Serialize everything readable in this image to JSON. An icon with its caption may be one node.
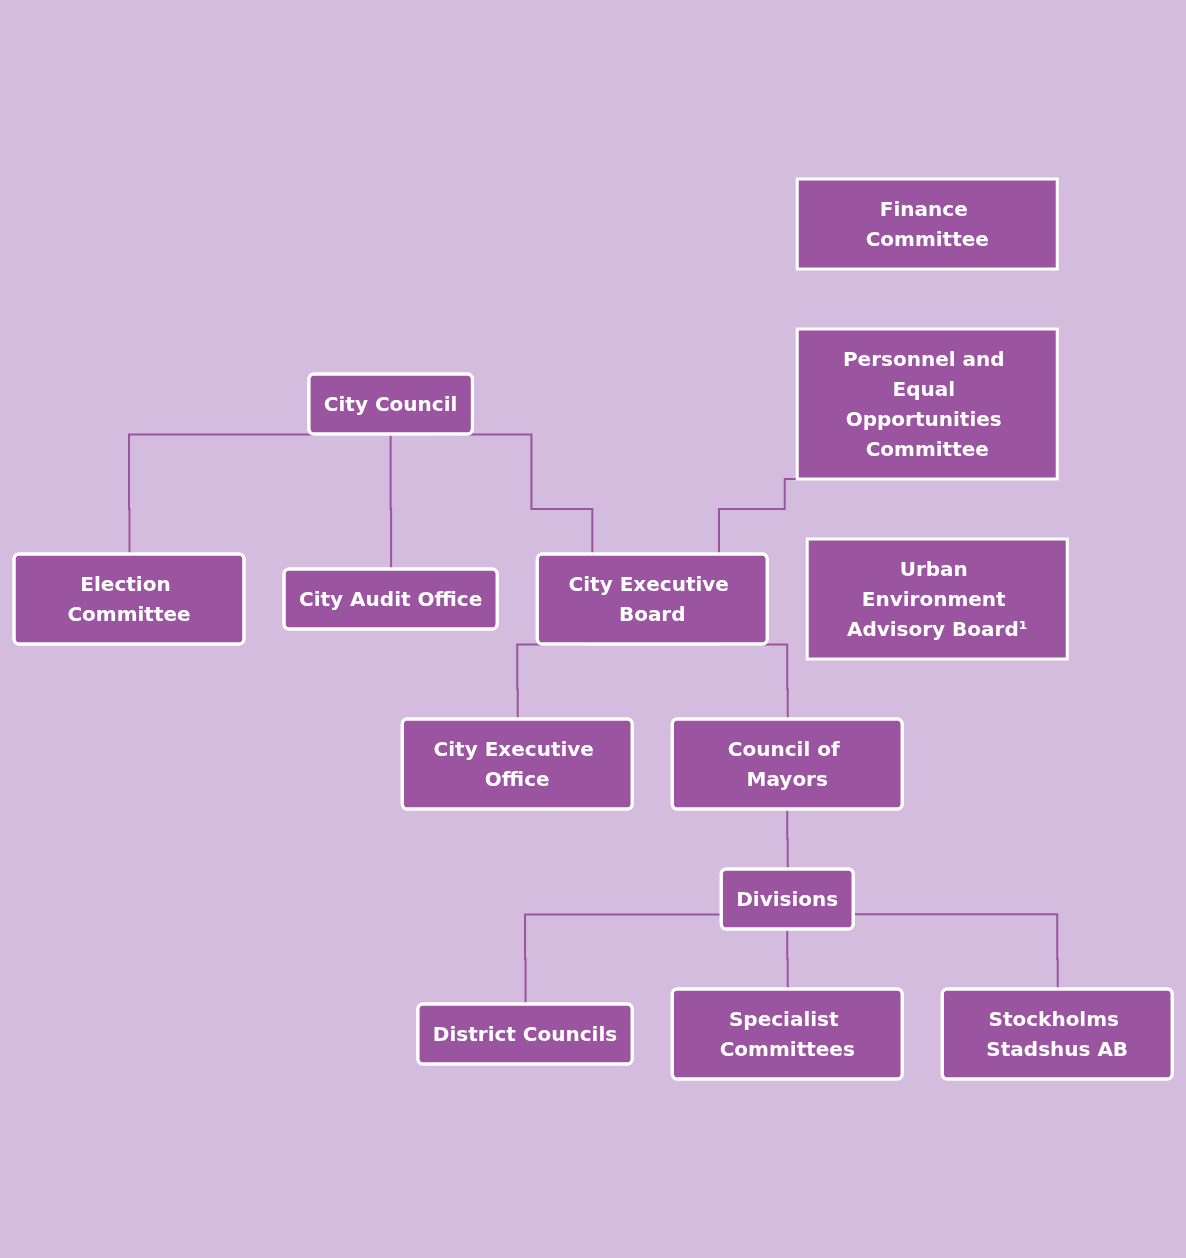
{
  "diagram": {
    "nodes": [
      {
        "text": [
          "City Council"
        ]
      },
      {
        "text": [
          "Election Committee"
        ]
      },
      {
        "text": [
          "City Audit Office"
        ]
      },
      {
        "text": [
          "Finance Committee"
        ]
      },
      {
        "text": [
          "Personnel and Equal Opportunities Committee"
        ]
      },
      {
        "text": [
          "Urban Environment Advisory Board¹"
        ]
      },
      {
        "text": [
          "City Executive Board"
        ]
      },
      {
        "text": [
          "City Executive Office"
        ]
      },
      {
        "text": [
          "Council of Mayors"
        ]
      },
      {
        "text": [
          "Divisions"
        ]
      },
      {
        "text": [
          "District Councils"
        ]
      },
      {
        "text": [
          "Specialist Committees"
        ]
      },
      {
        "text": [
          "Stockholms Stadshus AB"
        ]
      }
    ],
    "edges": [
      {
        "from": 0,
        "to": 1,
        "arrow": "none"
      },
      {
        "from": 0,
        "to": 2,
        "arrow": "none"
      },
      {
        "from": 0,
        "to": 6,
        "arrow": "none"
      },
      {
        "from": 4,
        "to": 6,
        "arrow": "none"
      },
      {
        "from": 6,
        "to": 7,
        "arrow": "none"
      },
      {
        "from": 6,
        "to": 8,
        "arrow": "none"
      },
      {
        "from": 8,
        "to": 9,
        "arrow": "none"
      },
      {
        "from": 9,
        "to": 10,
        "arrow": "none"
      },
      {
        "from": 9,
        "to": 11,
        "arrow": "none"
      },
      {
        "from": 9,
        "to": 12,
        "arrow": "none"
      }
    ]
  }
}
